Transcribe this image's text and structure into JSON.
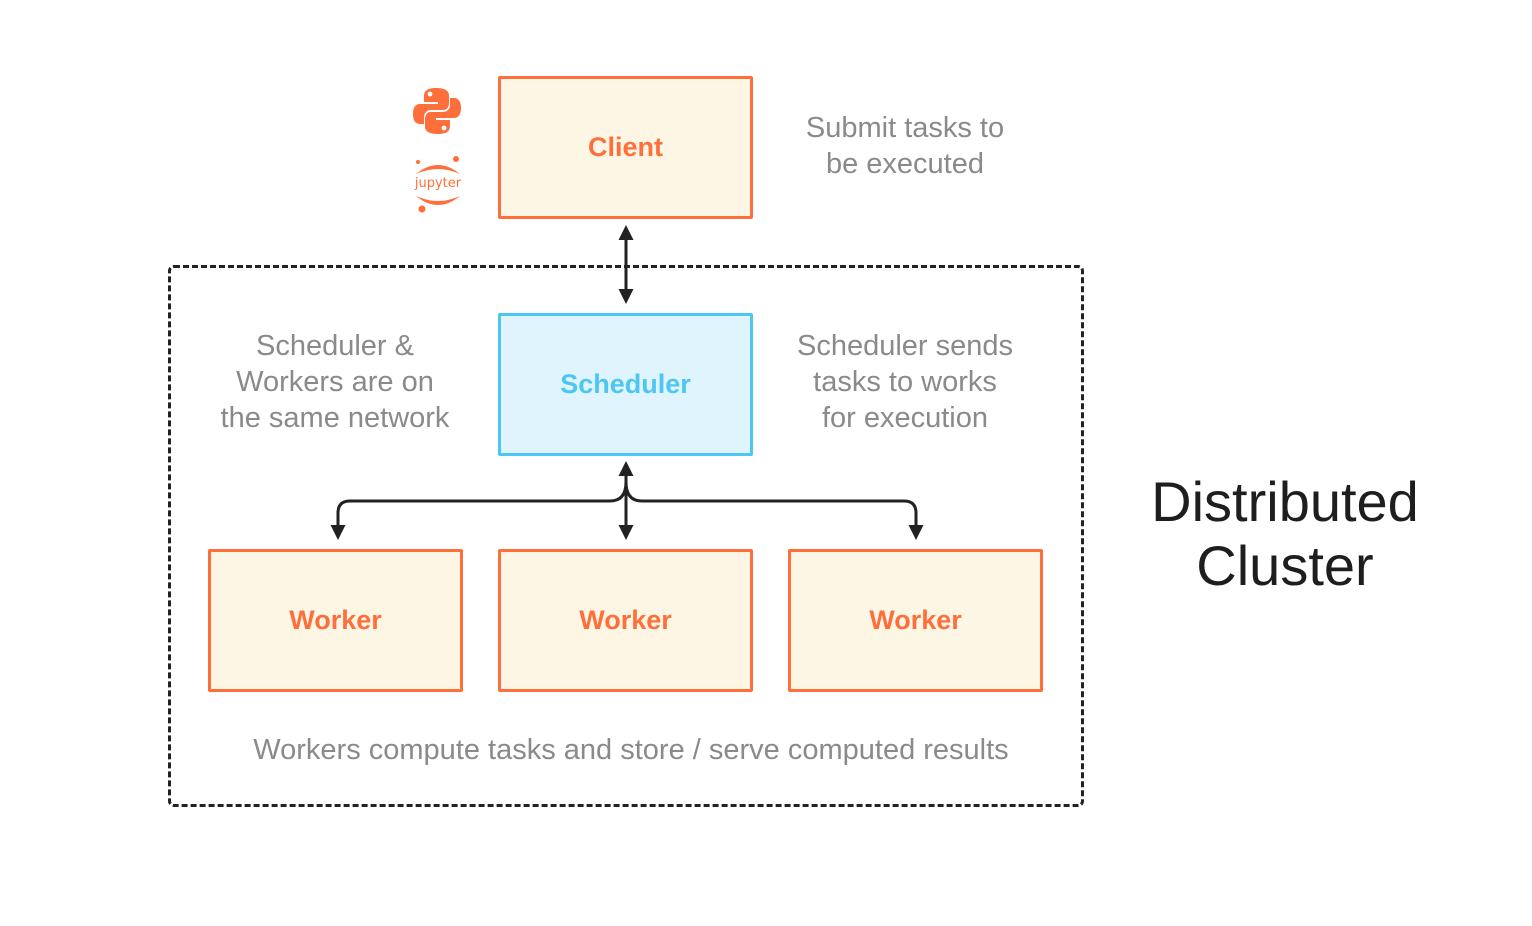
{
  "client": {
    "label": "Client",
    "note": [
      "Submit tasks to",
      "be executed"
    ]
  },
  "scheduler": {
    "label": "Scheduler",
    "note_left": [
      "Scheduler &",
      "Workers are on",
      "the same network"
    ],
    "note_right": [
      "Scheduler sends",
      "tasks to works",
      "for execution"
    ]
  },
  "workers": [
    {
      "label": "Worker"
    },
    {
      "label": "Worker"
    },
    {
      "label": "Worker"
    }
  ],
  "workers_note": "Workers compute tasks and store / serve computed results",
  "cluster_title": [
    "Distributed",
    "Cluster"
  ],
  "icons": {
    "python": "python-icon",
    "jupyter": "jupyter-icon",
    "jupyter_text": "jupyter"
  },
  "colors": {
    "orange": "#ff6f3c",
    "orange_fill": "#fdf6e4",
    "blue": "#4cc6f2",
    "blue_fill": "#dff4fc",
    "note_gray": "#8a8a8a",
    "line": "#222222"
  }
}
